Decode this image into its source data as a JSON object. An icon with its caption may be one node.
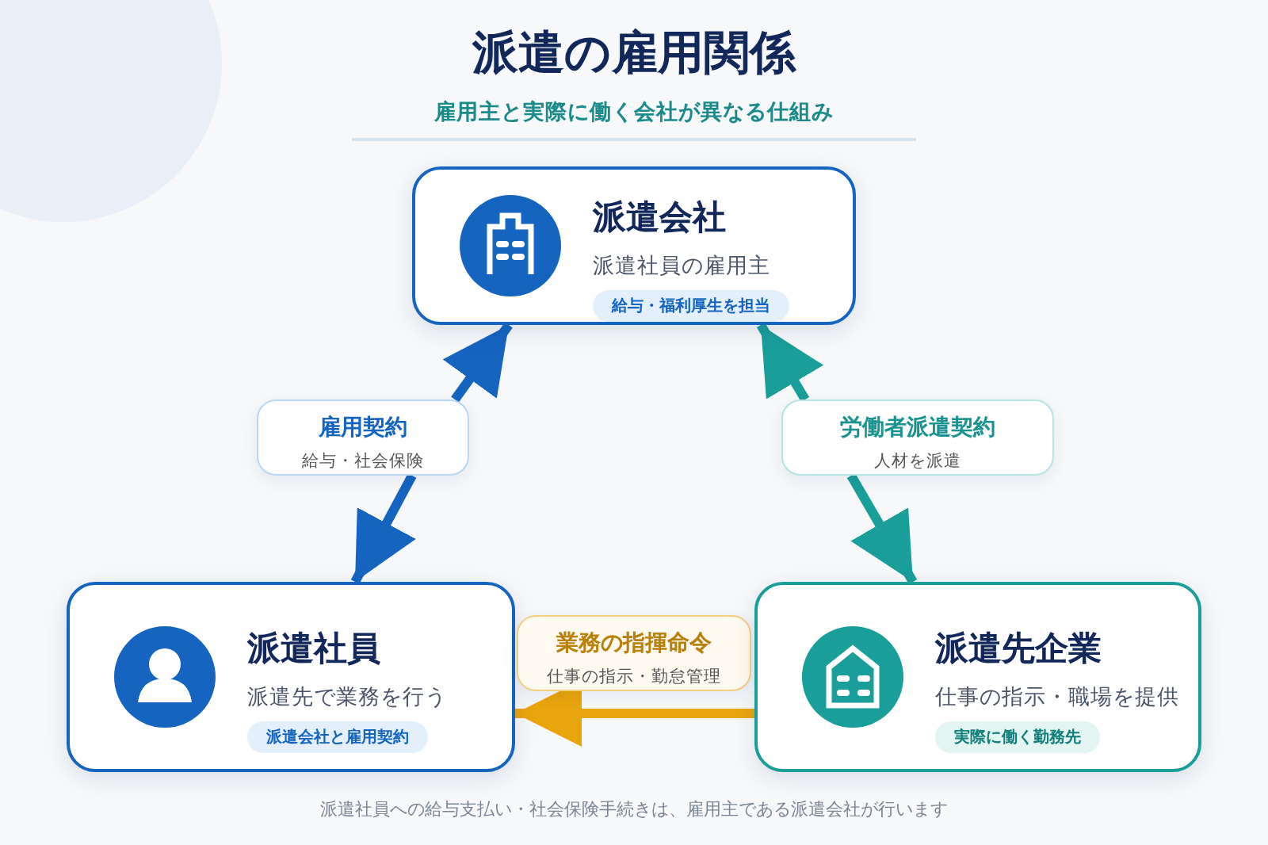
{
  "diagram": {
    "title": "派遣の雇用関係",
    "caption": "派遣社員への給与支払い・社会保険手続きは、雇用主である派遣会社が行います",
    "nodes": [
      {
        "text": [
          "派遣会社",
          "派遣社員の雇用主",
          "給与・福利厚生を担当"
        ]
      },
      {
        "text": [
          "雇用契約",
          "給与・社会保険"
        ]
      },
      {
        "text": [
          "労働者派遣契約",
          "人材を派遣"
        ]
      },
      {
        "text": [
          "派遣社員",
          "派遣先で業務を行う",
          "派遣会社と雇用契約"
        ]
      },
      {
        "text": [
          "業務の指揮命令",
          "仕事の指示・勤怠管理"
        ]
      },
      {
        "text": [
          "派遣先企業",
          "仕事の指示・職場を提供",
          "実際に働く勤務先"
        ]
      }
    ],
    "edges": [
      {
        "from": 1,
        "to": 0,
        "arrow": "to",
        "color": "#1565c0"
      },
      {
        "from": 1,
        "to": 3,
        "arrow": "to",
        "color": "#1565c0"
      },
      {
        "from": 2,
        "to": 0,
        "arrow": "to",
        "color": "#1a9e9a"
      },
      {
        "from": 2,
        "to": 5,
        "arrow": "to",
        "color": "#1a9e9a"
      },
      {
        "from": 5,
        "to": 3,
        "arrow": "to",
        "color": "#e8a50c"
      }
    ],
    "labels": [
      "雇用主と実際に働く会社が異なる仕組み"
    ]
  }
}
